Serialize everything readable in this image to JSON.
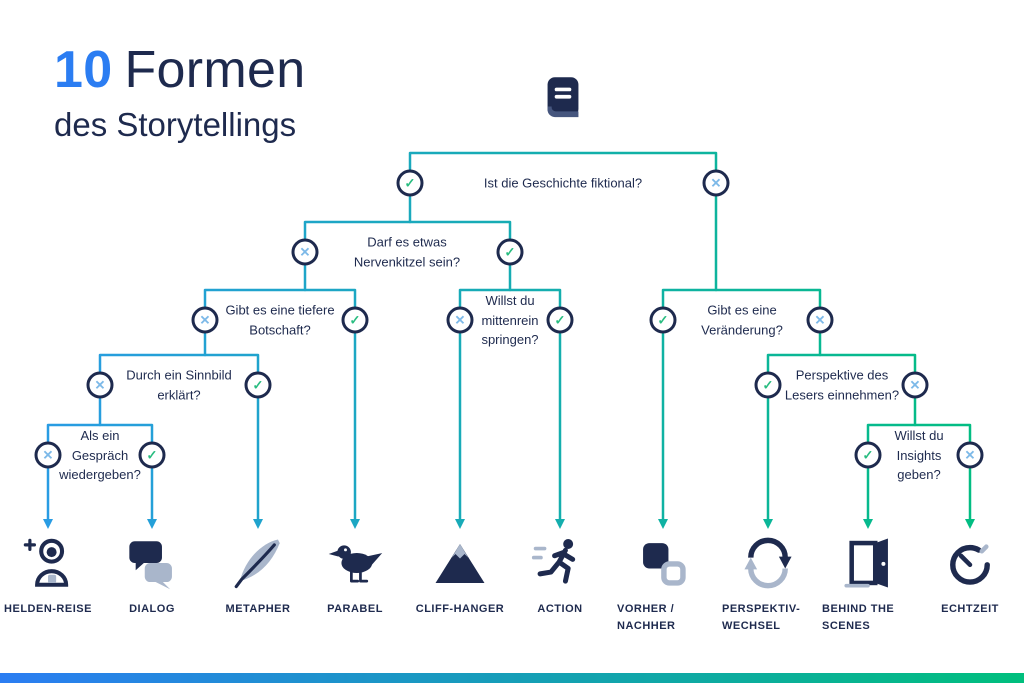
{
  "title": {
    "number": "10",
    "word": "Formen",
    "subtitle": "des Storytellings"
  },
  "icons": {
    "check": "✓",
    "cross": "✕",
    "header": "book-icon"
  },
  "colors": {
    "navy": "#1e2a4e",
    "blue": "#2b7df2",
    "green": "#2abd81",
    "sky": "#7db9e8",
    "gray": "#a9b6cb",
    "lineBlue": "#2b9ae8",
    "lineGreen": "#00bf7d"
  },
  "questions": [
    "Ist die Geschichte fiktional?",
    "Darf es etwas Nervenkitzel sein?",
    "Gibt es eine tiefere Botschaft?",
    "Willst du mittenrein springen?",
    "Gibt es eine Veränderung?",
    "Durch ein Sinnbild erklärt?",
    "Perspektive des Lesers einnehmen?",
    "Als ein Gespräch wiedergeben?",
    "Willst du Insights geben?"
  ],
  "leaves": [
    {
      "label": "HELDEN-REISE",
      "icon": "astronaut-icon"
    },
    {
      "label": "DIALOG",
      "icon": "speech-bubbles-icon"
    },
    {
      "label": "METAPHER",
      "icon": "feather-icon"
    },
    {
      "label": "PARABEL",
      "icon": "bird-icon"
    },
    {
      "label": "CLIFF-HANGER",
      "icon": "mountain-icon"
    },
    {
      "label": "ACTION",
      "icon": "runner-icon"
    },
    {
      "label": "VORHER / NACHHER",
      "icon": "overlapping-squares-icon"
    },
    {
      "label": "PERSPEKTIV-WECHSEL",
      "icon": "cycle-arrows-icon"
    },
    {
      "label": "BEHIND THE SCENES",
      "icon": "open-door-icon"
    },
    {
      "label": "ECHTZEIT",
      "icon": "timer-icon"
    }
  ]
}
